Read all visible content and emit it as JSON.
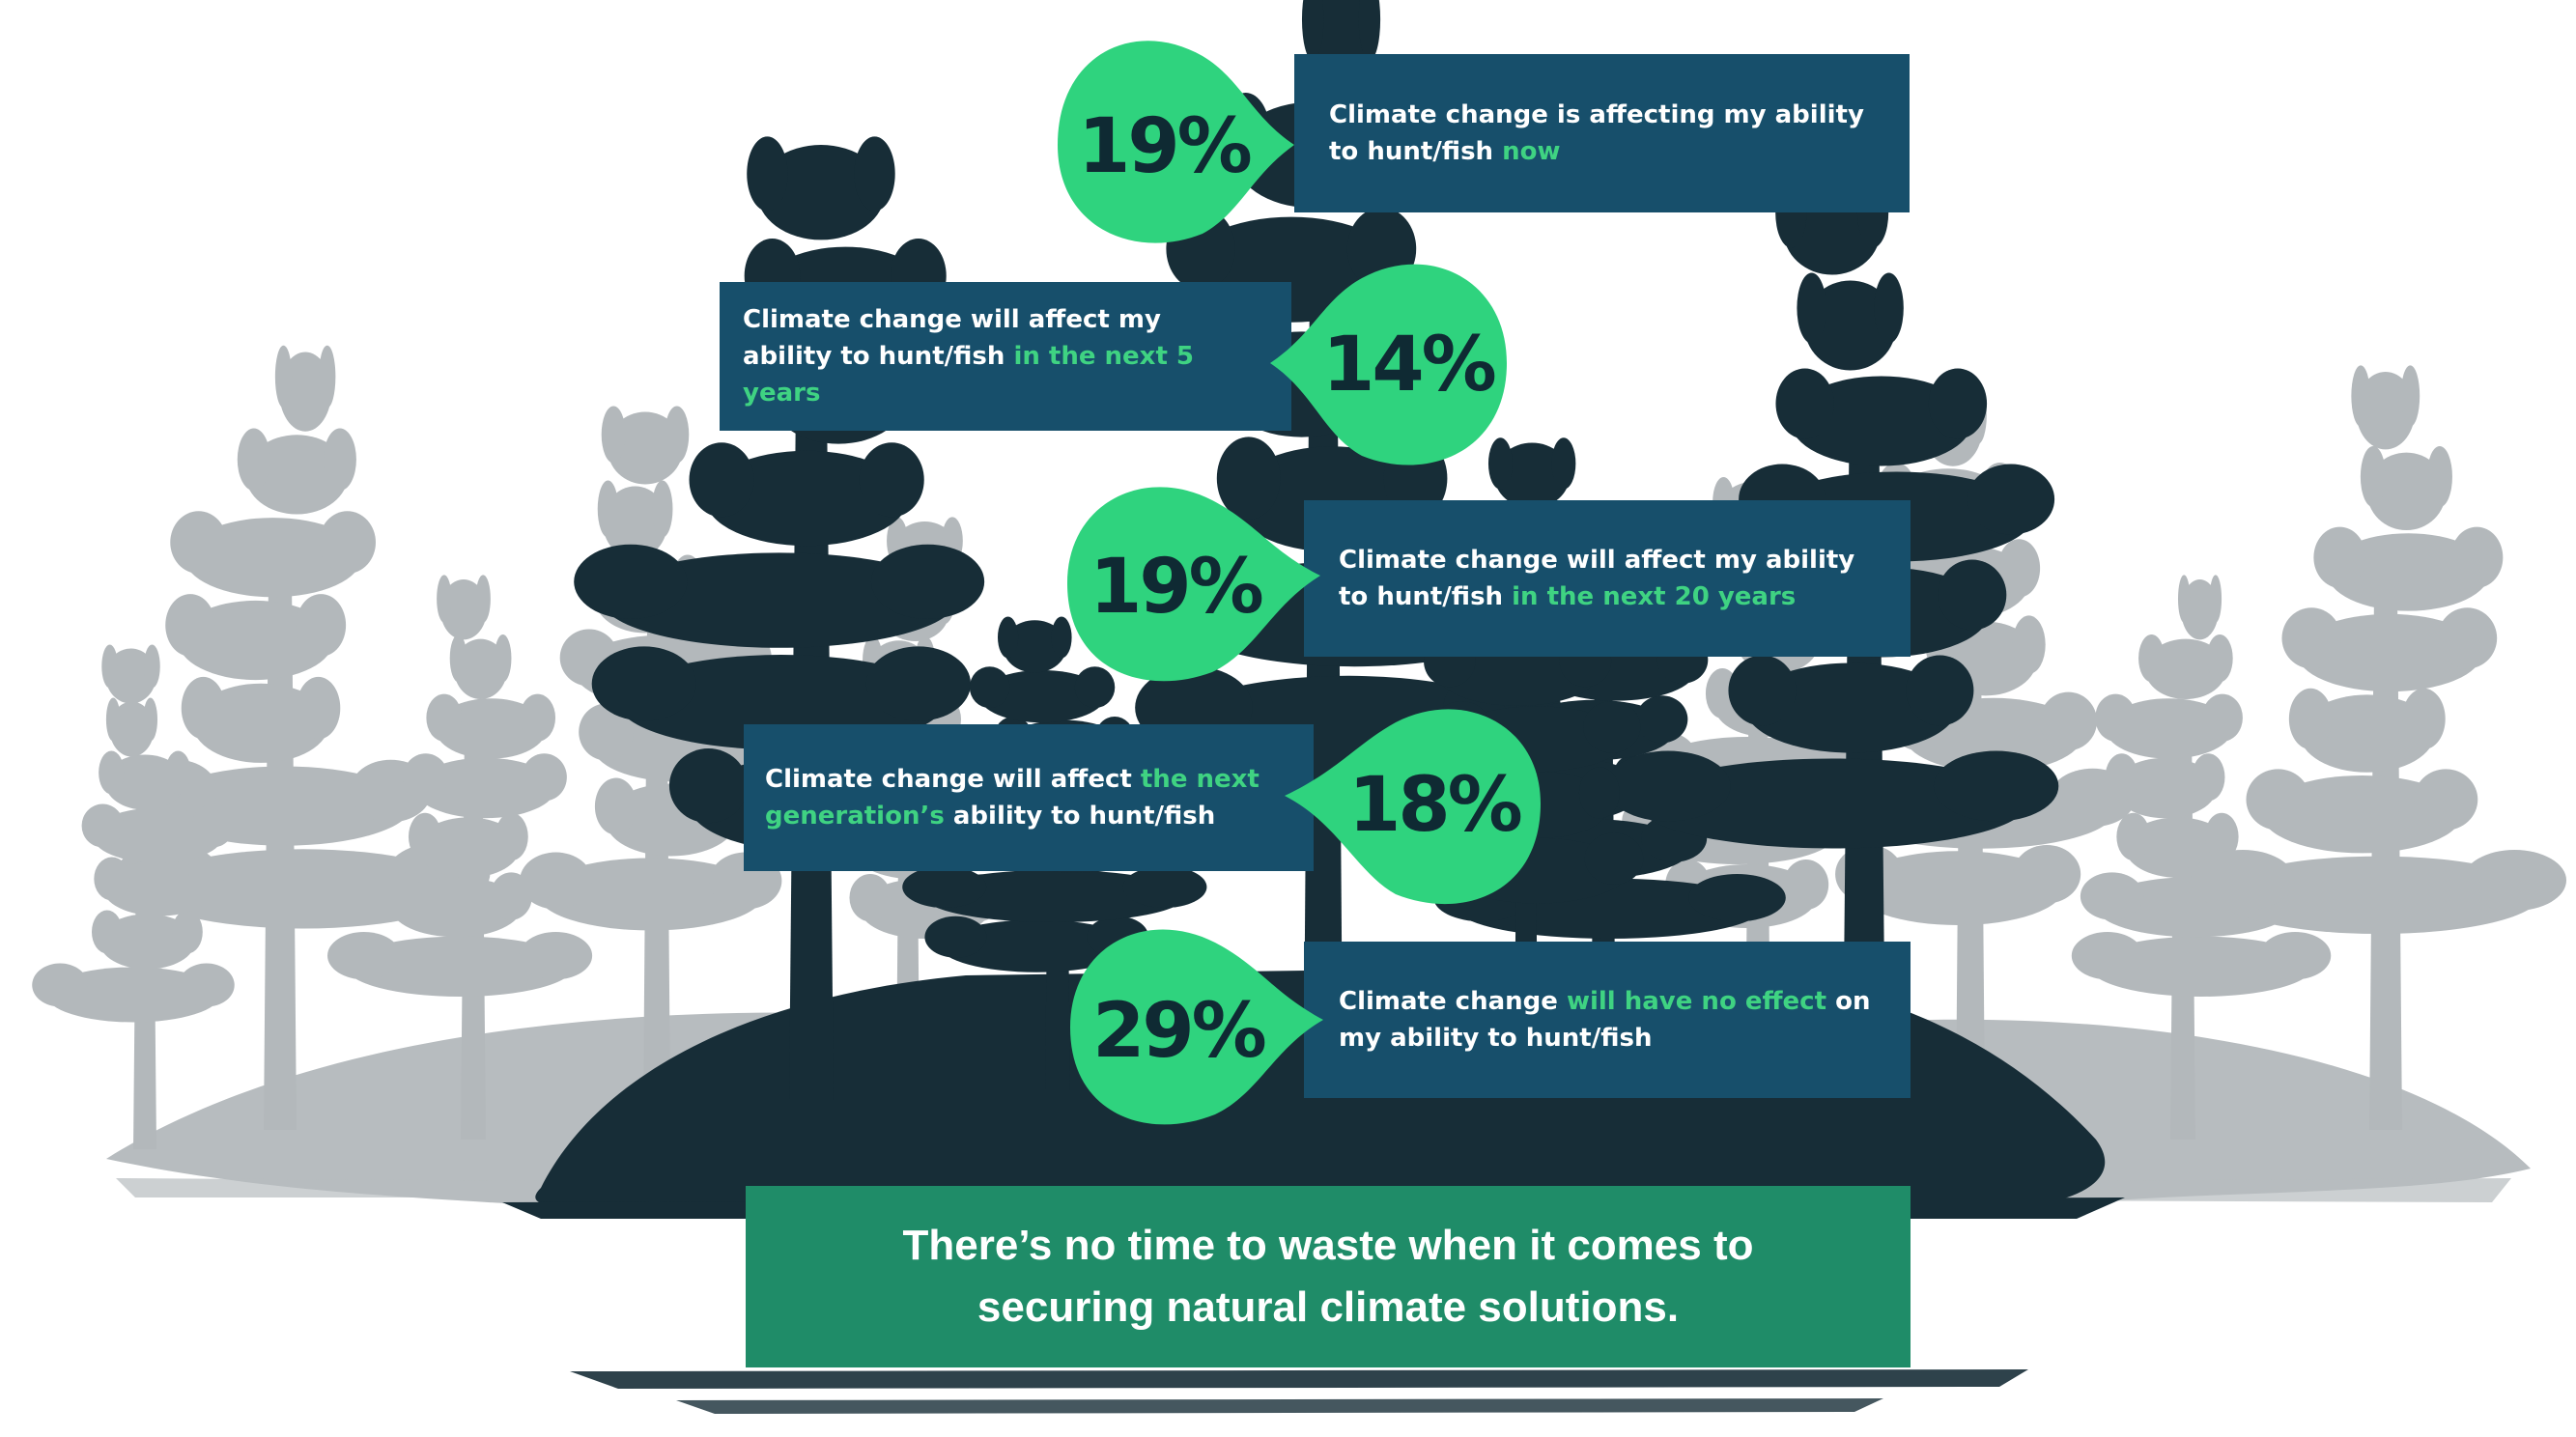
{
  "colors": {
    "box": "#174f6b",
    "highlight": "#3fd382",
    "drop": "#2fd37e",
    "percent_text": "#0f2a33",
    "footer": "#1f8c68",
    "trees_dark": "#172d37",
    "trees_light": "#b3b8bb"
  },
  "background": {
    "illustration": "forest-silhouette",
    "icon": "tree-icon"
  },
  "stats": [
    {
      "percent": "19%",
      "pre": "Climate change is affecting my ability to hunt/fish ",
      "hl": "now",
      "post": ""
    },
    {
      "percent": "14%",
      "pre": "Climate change will affect my ability to hunt/fish ",
      "hl": "in the next 5 years",
      "post": ""
    },
    {
      "percent": "19%",
      "pre": "Climate change will affect my ability to hunt/fish ",
      "hl": "in the next 20 years",
      "post": ""
    },
    {
      "percent": "18%",
      "pre": "Climate change will affect ",
      "hl": "the next generation’s",
      "post": " ability to hunt/fish"
    },
    {
      "percent": "29%",
      "pre": "Climate change ",
      "hl": "will have no effect",
      "post": " on my ability to hunt/fish"
    }
  ],
  "footer": {
    "text": "There’s no time to waste when it comes to securing natural climate solutions."
  }
}
